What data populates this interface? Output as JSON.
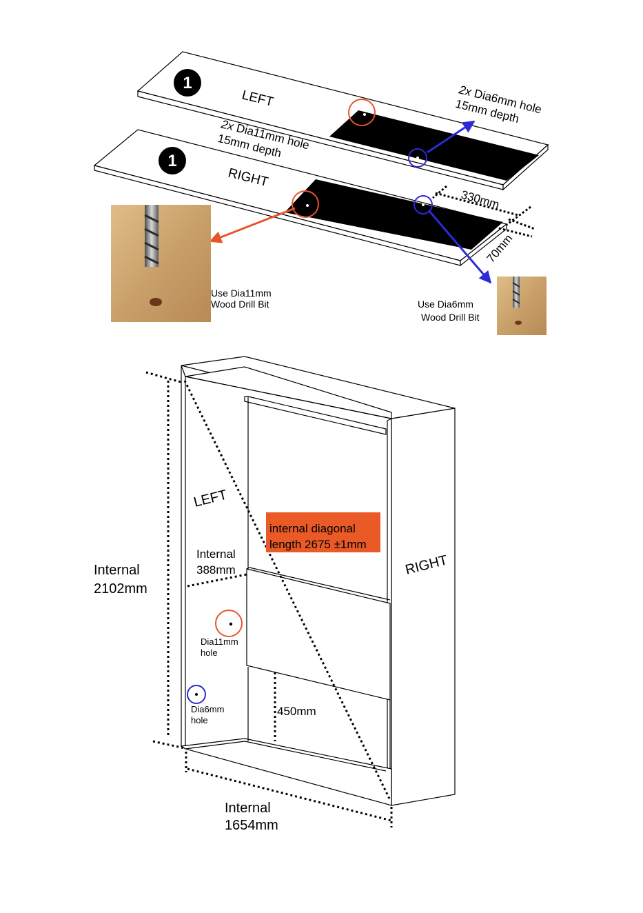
{
  "colors": {
    "orange": "#e8542a",
    "blue": "#2d2bd6",
    "black": "#000000",
    "wood": "#c9a06a",
    "highlight_bg": "#ea5a26"
  },
  "top_section": {
    "left_board": {
      "step_number": "1",
      "label": "LEFT"
    },
    "right_board": {
      "step_number": "1",
      "label": "RIGHT"
    },
    "hole_small": {
      "count": "2x",
      "line1": "Dia6mm hole",
      "line2": "15mm depth"
    },
    "hole_large": {
      "count": "2x",
      "line1": "Dia11mm hole",
      "line2": "15mm depth"
    },
    "dimensions": {
      "length": "330mm",
      "width": "70mm"
    },
    "drill_large": {
      "line1": "Use Dia11mm",
      "line2": "Wood Drill Bit",
      "photo_icon": "drill-bit-photo"
    },
    "drill_small": {
      "line1": "Use Dia6mm",
      "line2": "Wood Drill Bit",
      "photo_icon": "drill-bit-photo"
    }
  },
  "bottom_section": {
    "left_label": "LEFT",
    "right_label": "RIGHT",
    "diagonal": {
      "line1": "internal diagonal",
      "line2": "length 2675 ±1mm"
    },
    "height": {
      "line1": "Internal",
      "line2": "2102mm"
    },
    "width": {
      "line1": "Internal",
      "line2": "1654mm"
    },
    "shelf_height": {
      "line1": "Internal",
      "line2": "388mm"
    },
    "lower_gap": "450mm",
    "hole_large": {
      "line1": "Dia11mm",
      "line2": "hole"
    },
    "hole_small": {
      "line1": "Dia6mm",
      "line2": "hole"
    }
  }
}
